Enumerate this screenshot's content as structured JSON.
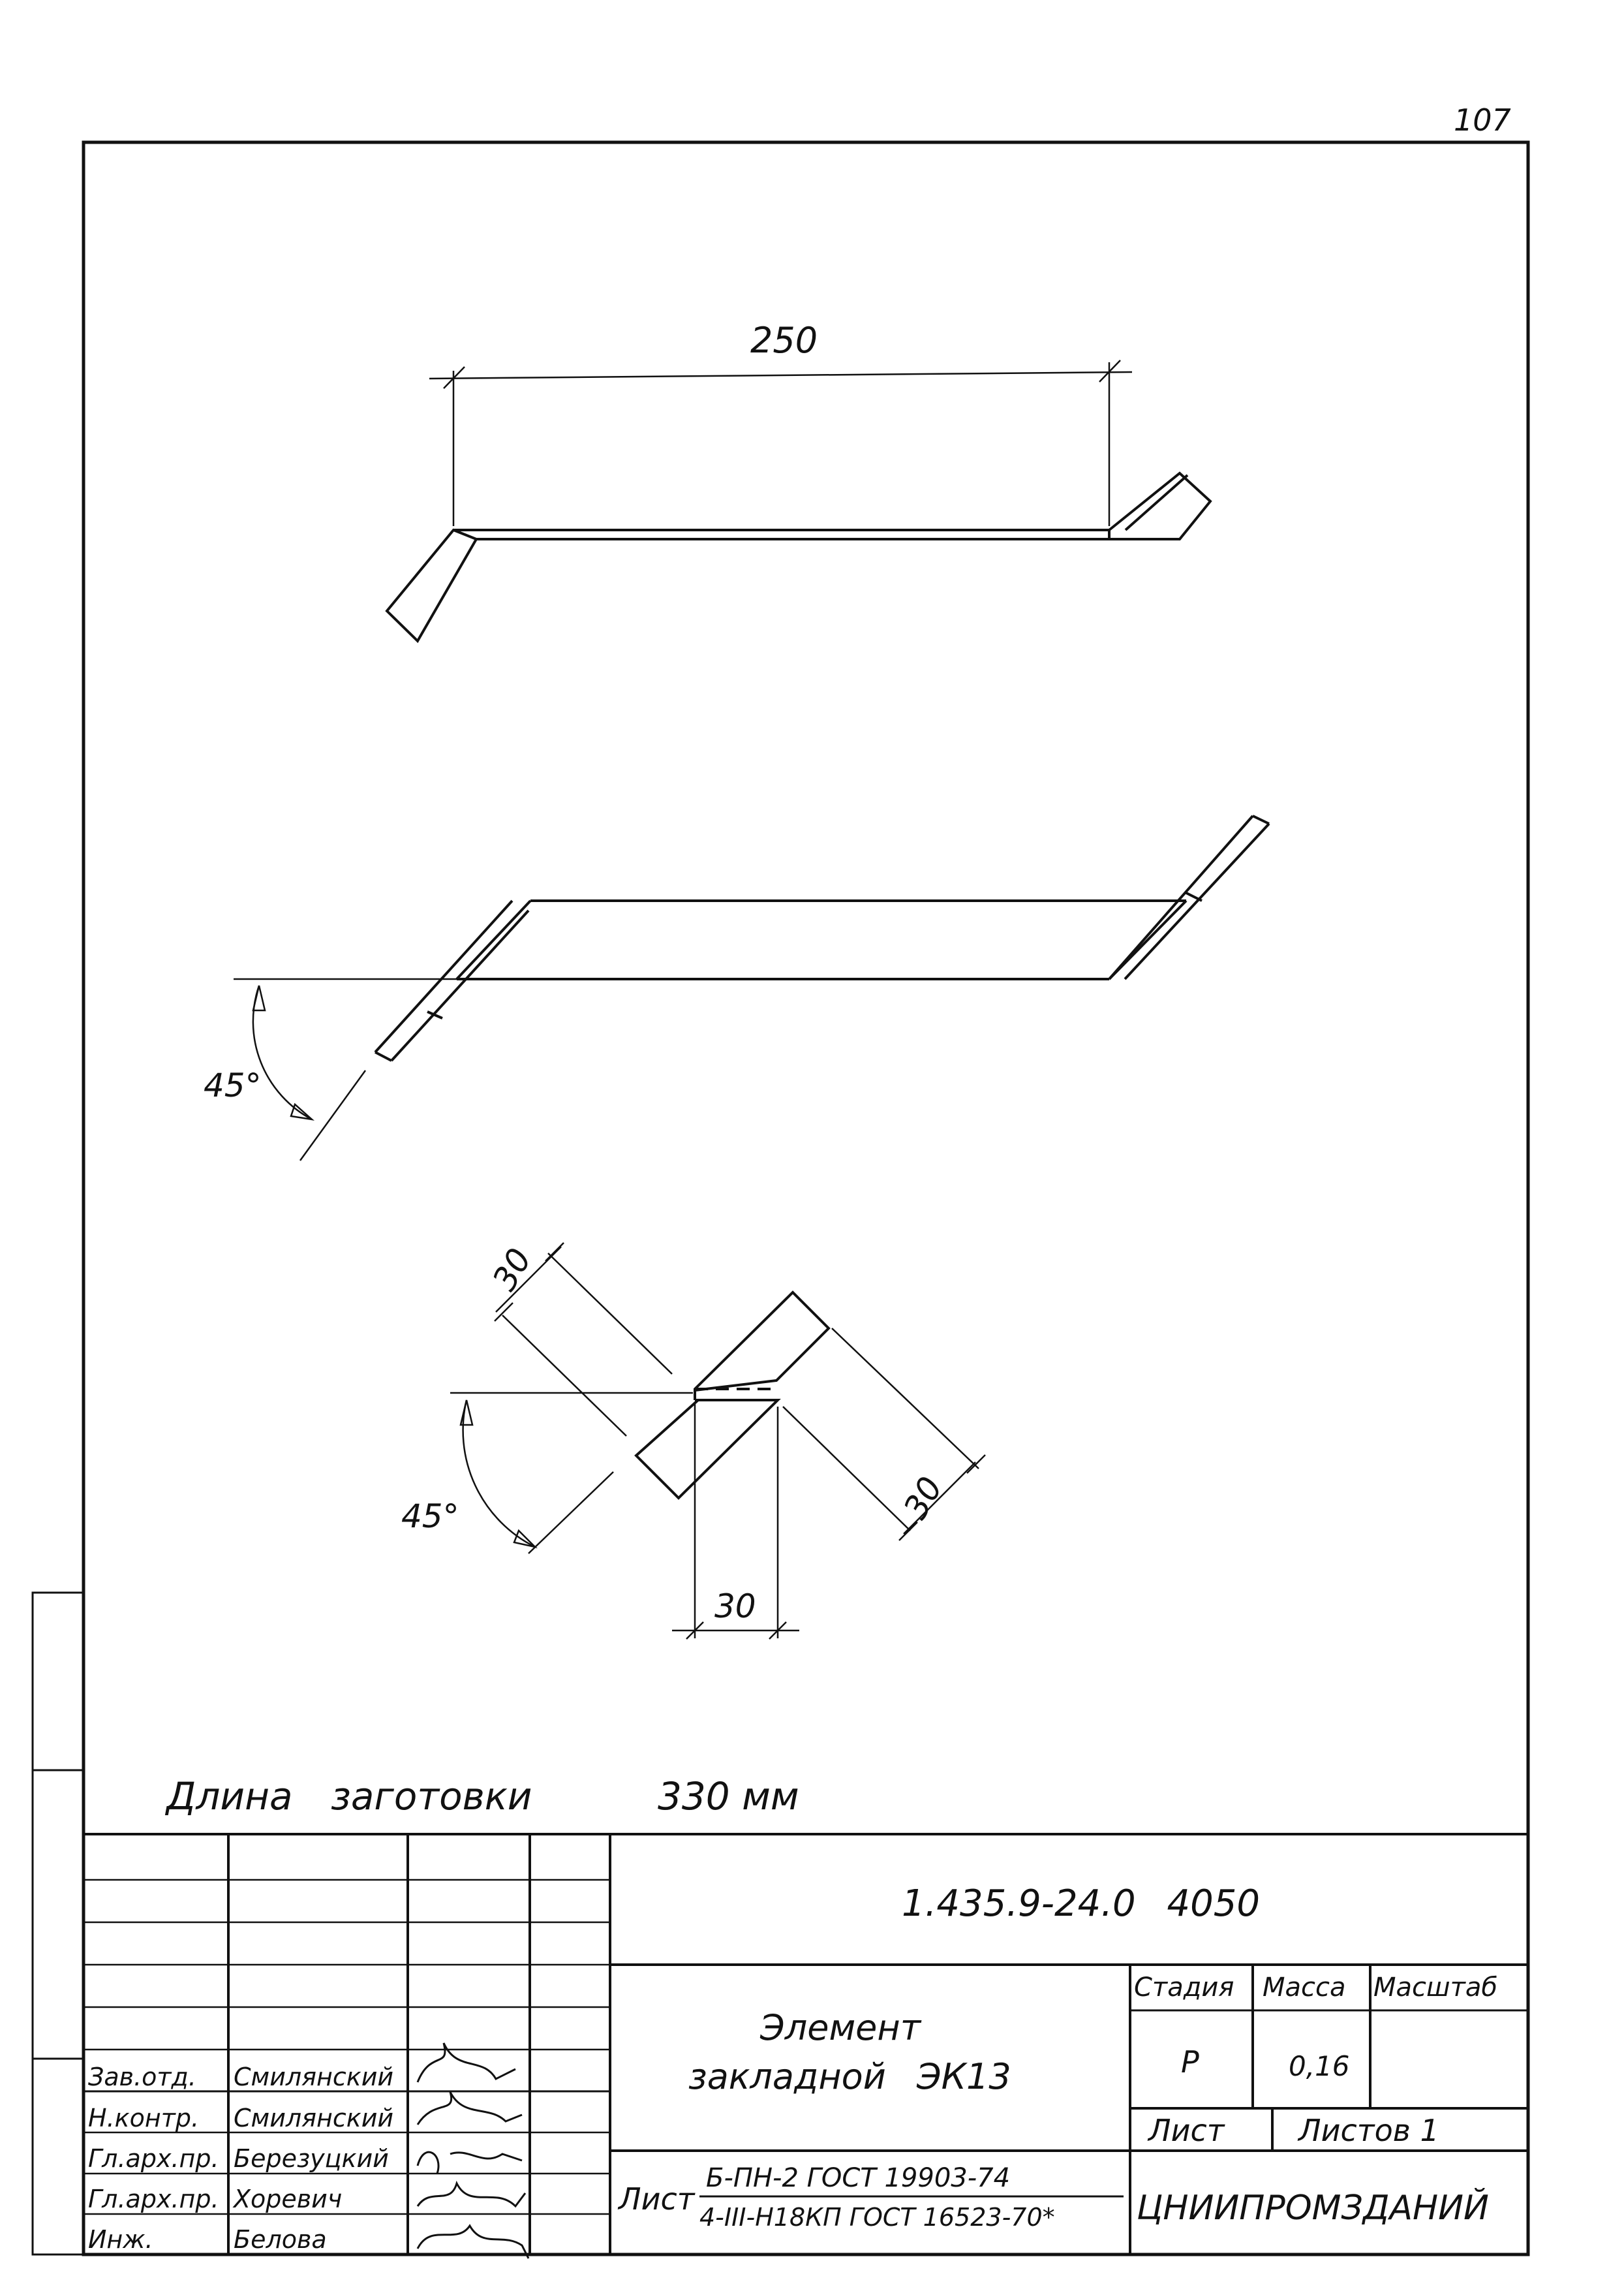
{
  "sheet": {
    "page_number": "107"
  },
  "drawing": {
    "view1": {
      "dim_length": "250"
    },
    "view2": {
      "angle": "45°"
    },
    "view3": {
      "angle": "45°",
      "dim_a": "30",
      "dim_b": "30",
      "dim_c": "30"
    },
    "blank_length_label": "Длина заготовки",
    "blank_length_value": "330 мм"
  },
  "title_block": {
    "document_code": "1.435.9-24.0 4050",
    "title_line1": "Элемент",
    "title_line2": "закладной ЭК13",
    "col_stage": "Стадия",
    "col_mass": "Масса",
    "col_scale": "Масштаб",
    "stage": "Р",
    "mass": "0,16",
    "scale": "",
    "sheet_label": "Лист",
    "sheets_label": "Листов 1",
    "material_prefix": "Лист",
    "material_top": "Б-ПН-2 ГОСТ 19903-74",
    "material_bottom": "4-III-Н18КП ГОСТ 16523-70*",
    "organization": "ЦНИИПРОМЗДАНИЙ",
    "signatures": [
      {
        "role": "Зав.отд.",
        "name": "Смилянский"
      },
      {
        "role": "Н.контр.",
        "name": "Смилянский"
      },
      {
        "role": "Гл.арх.пр.",
        "name": "Березуцкий"
      },
      {
        "role": "Гл.арх.пр.",
        "name": "Хоревич"
      },
      {
        "role": "Инж.",
        "name": "Белова"
      }
    ]
  }
}
